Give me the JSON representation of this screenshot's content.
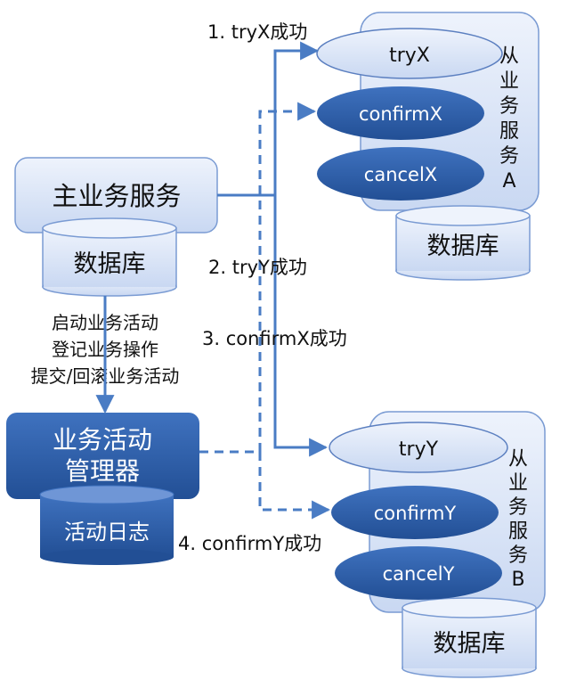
{
  "main_service": {
    "title": "主业务服务",
    "db": "数据库"
  },
  "main_flow_note": [
    "启动业务活动",
    "登记业务操作",
    "提交/回滚业务活动"
  ],
  "activity_manager": {
    "title_line1": "业务活动",
    "title_line2": "管理器",
    "db": "活动日志"
  },
  "service_a": {
    "title": "从业务服务A",
    "ops": {
      "try": "tryX",
      "confirm": "confirmX",
      "cancel": "cancelX"
    },
    "db": "数据库"
  },
  "service_b": {
    "title": "从业务服务B",
    "ops": {
      "try": "tryY",
      "confirm": "confirmY",
      "cancel": "cancelY"
    },
    "db": "数据库"
  },
  "steps": [
    "1. tryX成功",
    "2. tryY成功",
    "3. confirmX成功",
    "4. confirmY成功"
  ],
  "colors": {
    "light_fill": "#dce6f7",
    "light_stroke": "#7a9bd3",
    "dark_fill": "#2f5ea8",
    "line": "#4a7cc4"
  }
}
